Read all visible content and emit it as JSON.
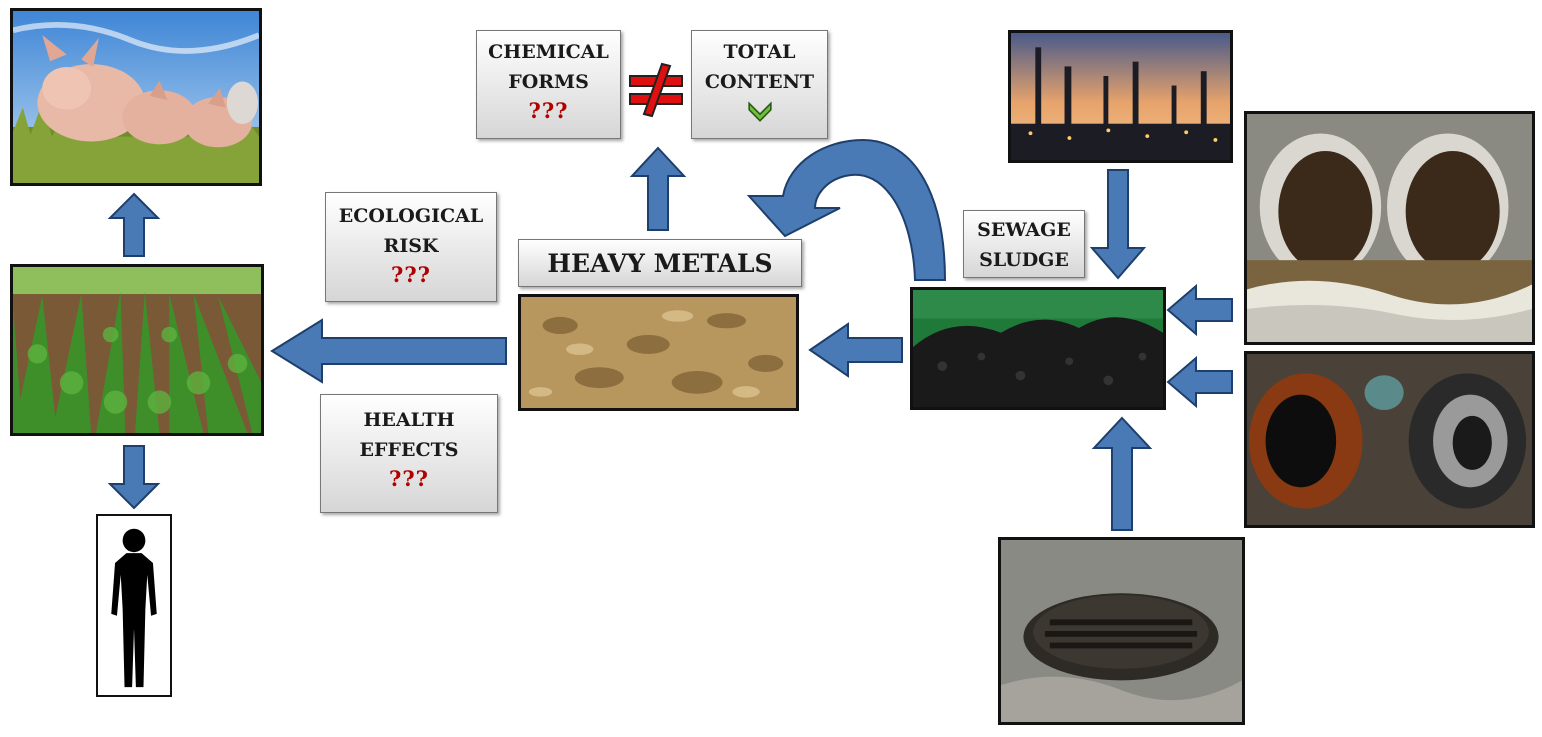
{
  "labels": {
    "chemical_forms": "CHEMICAL FORMS",
    "chemical_forms_line1": "CHEMICAL",
    "chemical_forms_line2": "FORMS",
    "chemical_forms_q": "???",
    "total_content_line1": "TOTAL",
    "total_content_line2": "CONTENT",
    "ecological_risk_line1": "ECOLOGICAL",
    "ecological_risk_line2": "RISK",
    "ecological_risk_q": "???",
    "health_effects_line1": "HEALTH",
    "health_effects_line2": "EFFECTS",
    "health_effects_q": "???",
    "heavy_metals": "HEAVY METALS",
    "sewage_sludge_line1": "SEWAGE",
    "sewage_sludge_line2": "SLUDGE"
  },
  "symbols": {
    "not_equal": "≠",
    "not_equal_color": "#e01010",
    "check_color": "#6fbf3a"
  },
  "colors": {
    "arrow_fill": "#4a7ab5",
    "arrow_stroke": "#1e3f6b",
    "question_marks": "#b00000"
  },
  "images": [
    "pigs-photo",
    "crop-field-photo",
    "human-silhouette",
    "soil-photo",
    "sewage-sludge-photo",
    "industry-photo",
    "outfall-pipes-photo",
    "corroded-pipes-photo",
    "storm-drain-photo"
  ]
}
